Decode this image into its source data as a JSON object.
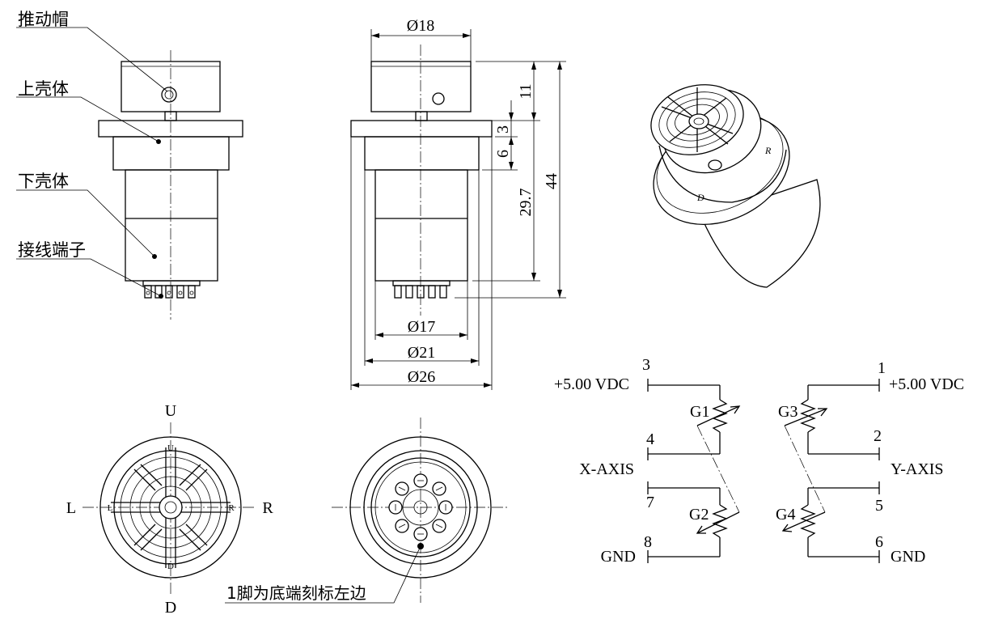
{
  "labels": {
    "push_cap": "推动帽",
    "upper_shell": "上壳体",
    "lower_shell": "下壳体",
    "terminal": "接线端子",
    "pin1_note": "1脚为底端刻标左边"
  },
  "dimensions": {
    "d18": "Ø18",
    "d17": "Ø17",
    "d21": "Ø21",
    "d26": "Ø26",
    "h11": "11",
    "h3": "3",
    "h6": "6",
    "h297": "29.7",
    "h44": "44"
  },
  "directions": {
    "up": "U",
    "down": "D",
    "left": "L",
    "right": "R",
    "small_up": "U",
    "small_down": "D",
    "small_left": "L",
    "small_right": "R"
  },
  "schematic": {
    "vdc_left": "+5.00 VDC",
    "vdc_right": "+5.00 VDC",
    "x_axis": "X-AXIS",
    "y_axis": "Y-AXIS",
    "gnd_left": "GND",
    "gnd_right": "GND",
    "g1": "G1",
    "g2": "G2",
    "g3": "G3",
    "g4": "G4",
    "pin1": "1",
    "pin2": "2",
    "pin3": "3",
    "pin4": "4",
    "pin5": "5",
    "pin6": "6",
    "pin7": "7",
    "pin8": "8"
  }
}
